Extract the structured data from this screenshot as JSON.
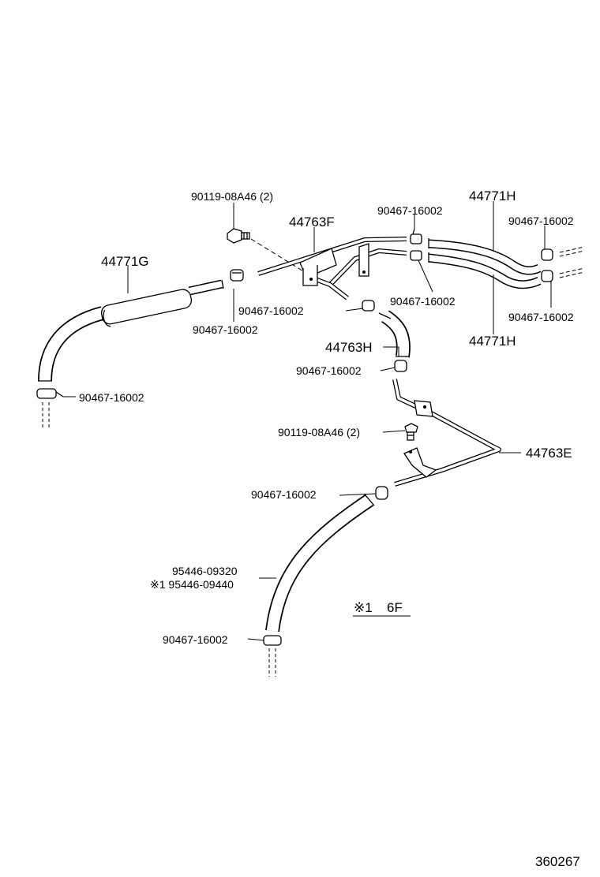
{
  "diagram_id": "360267",
  "note": {
    "mark": "※1",
    "text": "6F"
  },
  "labels": {
    "bolt_top": "90119-08A46 (2)",
    "bolt_mid": "90119-08A46 (2)",
    "pipe_F": "44763F",
    "pipe_E": "44763E",
    "hose_G": "44771G",
    "hose_H_top": "44771H",
    "hose_H_bottom": "44771H",
    "hose_H_short": "44763H",
    "hose_long_line1": "95446-09320",
    "hose_long_line2": "※1  95446-09440",
    "clip_top_center": "90467-16002",
    "clip_top_right": "90467-16002",
    "clip_right_upper": "90467-16002",
    "clip_right_lower": "90467-16002",
    "clip_center_a": "90467-16002",
    "clip_center_b": "90467-16002",
    "clip_left_g": "90467-16002",
    "clip_left_bottom": "90467-16002",
    "clip_mid": "90467-16002",
    "clip_bottom": "90467-16002"
  }
}
